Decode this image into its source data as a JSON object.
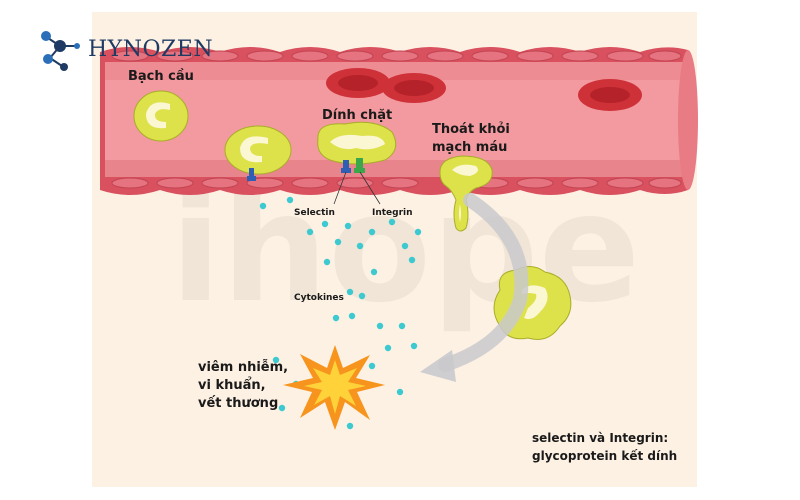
{
  "logo": {
    "text": "HYNOZEN",
    "color": "#1f3b63"
  },
  "watermark": {
    "text": "ihope"
  },
  "colors": {
    "panel_bg": "#fdf1e4",
    "vessel_wall": "#d9505f",
    "vessel_inner": "#f29a9f",
    "rbc": "#cf3138",
    "leukocyte": "#dde24a",
    "leukocyte_nucleus": "#fbf7d2",
    "cytokine": "#3cc9cf",
    "selectin": "#2f5fb5",
    "integrin": "#3aa84a",
    "arrow": "#c9c9cc",
    "burst_outer": "#f7941d",
    "burst_inner": "#ffd23a"
  },
  "labels": {
    "bach_cau": "Bạch cầu",
    "dinh_chat": "Dính chặt",
    "thoat_khoi_line1": "Thoát khỏi",
    "thoat_khoi_line2": "mạch máu",
    "selectin": "Selectin",
    "integrin": "Integrin",
    "cytokines": "Cytokines",
    "viem_line1": "viêm nhiễm,",
    "viem_line2": "vi khuẩn,",
    "viem_line3": "vết thương",
    "note_line1": "selectin và Integrin:",
    "note_line2": "glycoprotein kết dính"
  }
}
